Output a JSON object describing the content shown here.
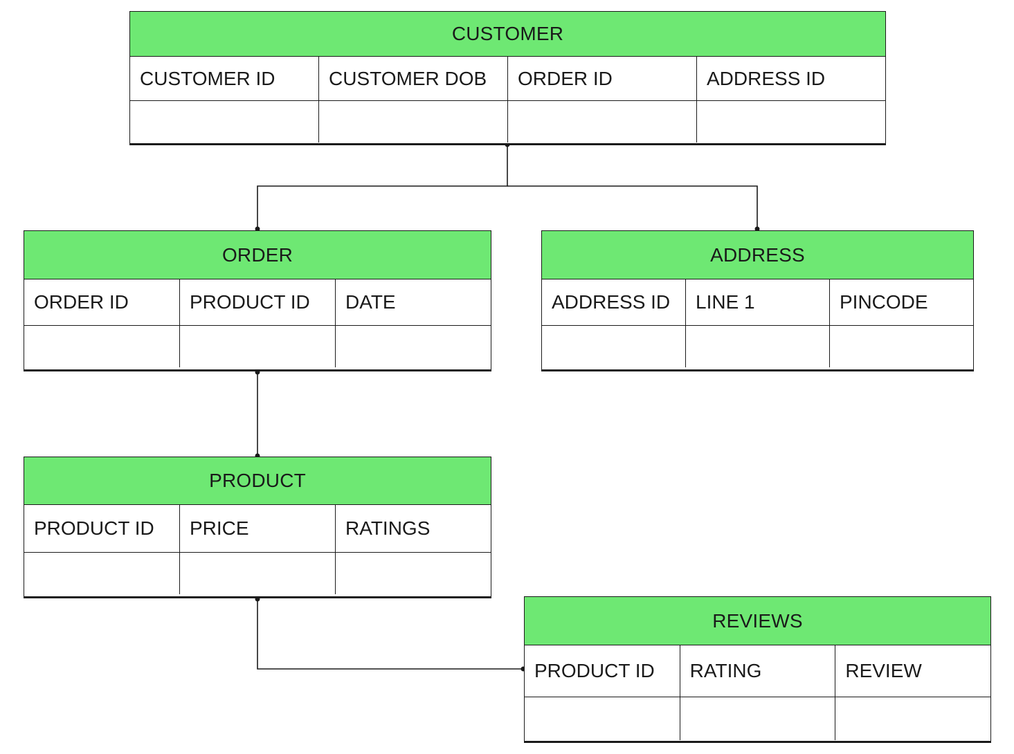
{
  "entities": {
    "customer": {
      "title": "CUSTOMER",
      "columns": [
        "CUSTOMER ID",
        "CUSTOMER DOB",
        "ORDER ID",
        "ADDRESS ID"
      ]
    },
    "order": {
      "title": "ORDER",
      "columns": [
        "ORDER ID",
        "PRODUCT ID",
        "DATE"
      ]
    },
    "address": {
      "title": "ADDRESS",
      "columns": [
        "ADDRESS ID",
        "LINE 1",
        "PINCODE"
      ]
    },
    "product": {
      "title": "PRODUCT",
      "columns": [
        "PRODUCT ID",
        "PRICE",
        "RATINGS"
      ]
    },
    "reviews": {
      "title": "REVIEWS",
      "columns": [
        "PRODUCT ID",
        "RATING",
        "REVIEW"
      ]
    }
  },
  "colors": {
    "header_fill": "#6ee873",
    "line": "#1a1a1a"
  }
}
